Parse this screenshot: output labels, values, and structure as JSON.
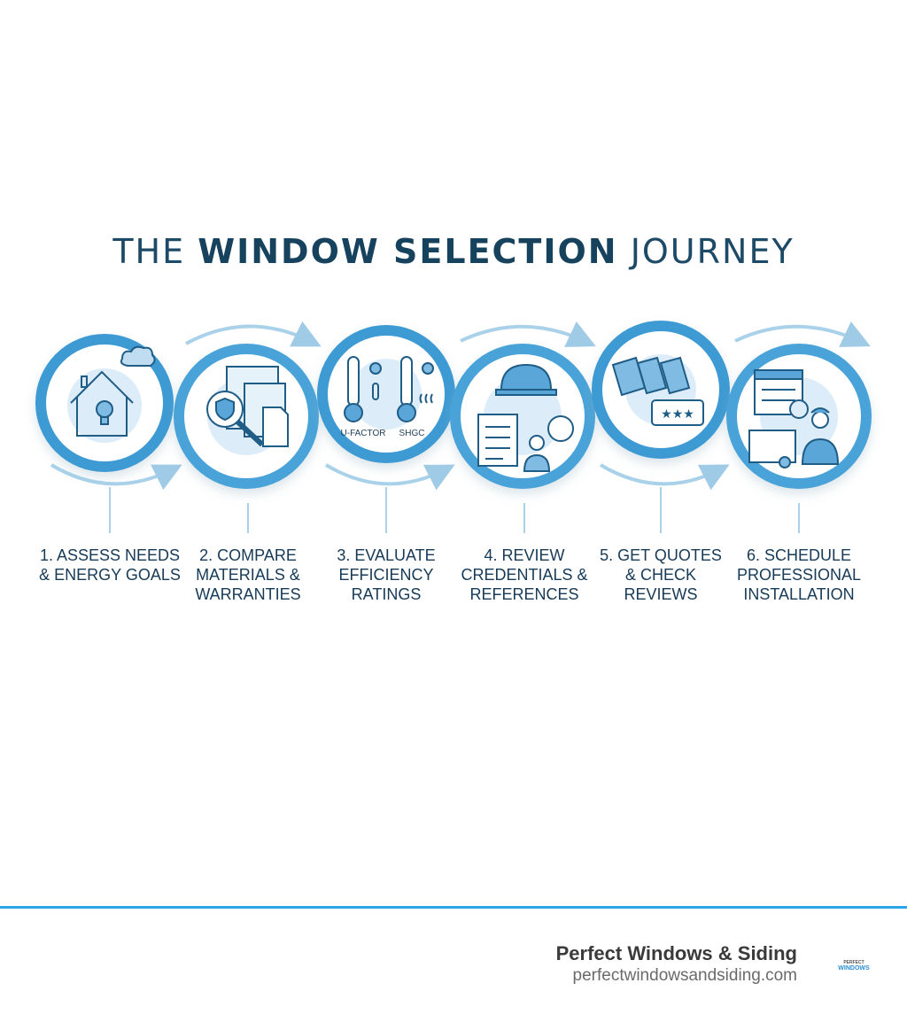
{
  "title": {
    "prefix": "THE ",
    "bold": "WINDOW SELECTION",
    "suffix": " JOURNEY"
  },
  "colors": {
    "ring": "#3d9ad3",
    "light": "#dcecf8",
    "icon": "#1f5d86",
    "text": "#173a57",
    "footer_line": "#2aa6e6"
  },
  "steps": [
    {
      "label": "1. ASSESS NEEDS & ENERGY GOALS",
      "icon": "house-lightbulb-icon"
    },
    {
      "label": "2. COMPARE MATERIALS & WARRANTIES",
      "icon": "window-magnifier-shield-icon"
    },
    {
      "label": "3. EVALUATE EFFICIENCY RATINGS",
      "icon": "thermometer-icon",
      "icon_labels": [
        "U-FACTOR",
        "SHGC"
      ]
    },
    {
      "label": "4. REVIEW CREDENTIALS & REFERENCES",
      "icon": "hardhat-checklist-icon"
    },
    {
      "label": "5. GET QUOTES & CHECK REVIEWS",
      "icon": "price-tags-stars-icon"
    },
    {
      "label": "6. SCHEDULE PROFESSIONAL INSTALLATION",
      "icon": "calendar-installer-icon"
    }
  ],
  "footer": {
    "company": "Perfect Windows & Siding",
    "url": "perfectwindowsandsiding.com",
    "logo_text": [
      "PERFECT",
      "WINDOWS"
    ]
  }
}
